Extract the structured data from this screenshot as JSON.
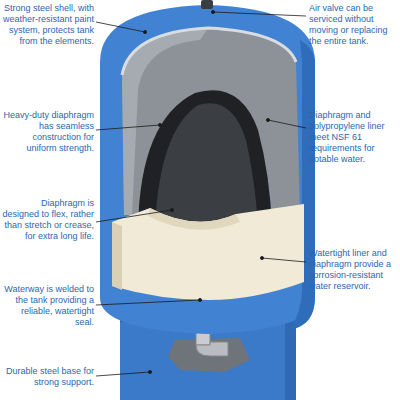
{
  "diagram": {
    "labels": [
      "Strong steel shell, with weather-resistant paint system, protects tank from the elements.",
      "Heavy-duty diaphragm has seamless construction for uniform strength.",
      "Diaphragm is designed to flex, rather than stretch or crease, for extra long life.",
      "Waterway is welded to the tank providing a reliable, watertight seal.",
      "Durable steel base for strong support.",
      "Air valve can be serviced without moving or replacing the entire tank.",
      "Diaphragm and polypropylene liner meet NSF 61 requirements for potable water.",
      "Watertight liner and diaphragm provide a corrosion-resistant water reservoir."
    ]
  }
}
